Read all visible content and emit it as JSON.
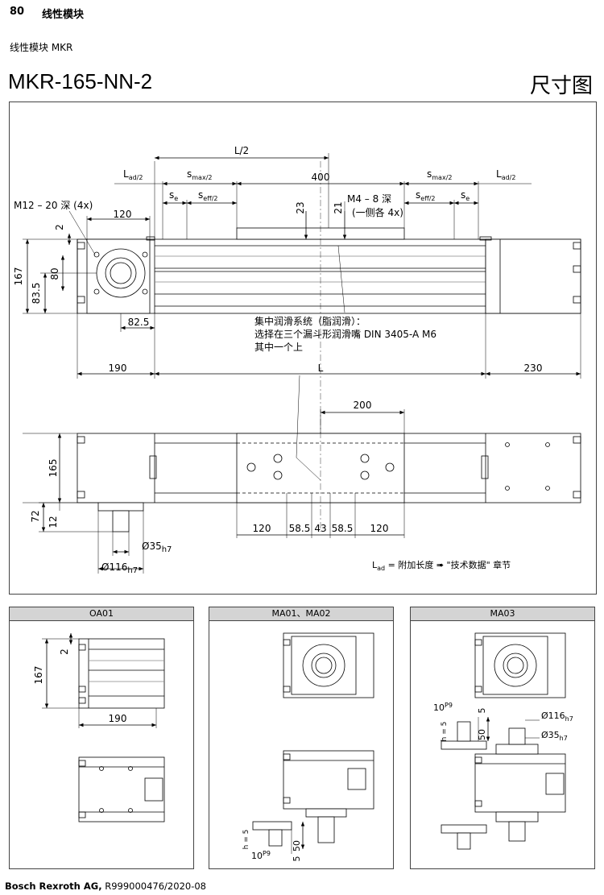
{
  "header": {
    "page_number": "80",
    "section": "线性模块"
  },
  "subtitle": "线性模块 MKR",
  "title": {
    "model": "MKR-165-NN-2",
    "dimension_drawing": "尺寸图"
  },
  "main": {
    "l_half": "L/2",
    "stroke_400": "400",
    "l_ad_left": "L",
    "l_ad_sub": "ad/2",
    "s_max": "s",
    "s_max_sub": "max/2",
    "s_e": "s",
    "s_e_sub": "e",
    "s_eff": "s",
    "s_eff_sub": "eff/2",
    "m12": "M12 – 20 深 (4x)",
    "m4_line1": "M4 – 8 深",
    "m4_line2": "(一侧各 4x)",
    "d120_top": "120",
    "d2": "2",
    "d23": "23",
    "d21": "21",
    "d167": "167",
    "d80": "80",
    "d83_5": "83.5",
    "d82_5": "82.5",
    "lube_line1": "集中润滑系统（脂润滑）：",
    "lube_line2": "选择在三个漏斗形润滑嘴 DIN 3405-A M6",
    "lube_line3": "其中一个上",
    "d190": "190",
    "dL": "L",
    "d230": "230",
    "d200": "200",
    "d165": "165",
    "d72": "72",
    "d12": "12",
    "bottom_dims": [
      "120",
      "58.5",
      "43",
      "58.5",
      "120"
    ],
    "d35": "Ø35",
    "d35_sub": "h7",
    "d116": "Ø116",
    "d116_sub": "h7",
    "lad_note": "L",
    "lad_note_sub": "ad",
    "lad_note_text": " = 附加长度 ➠ \"技术数据\" 章节"
  },
  "panels": {
    "oa01": {
      "title": "OA01",
      "d2": "2",
      "d167": "167",
      "d190": "190"
    },
    "ma01": {
      "title": "MA01、MA02",
      "d10": "10",
      "d10_sup": "P9",
      "h5": "h = 5",
      "d5": "5",
      "d50": "50"
    },
    "ma03": {
      "title": "MA03",
      "d10": "10",
      "d10_sup": "P9",
      "h5": "h = 5",
      "d5": "5",
      "d50": "50",
      "d116": "Ø116",
      "d116_sub": "h7",
      "d35": "Ø35",
      "d35_sub": "h7"
    }
  },
  "footer": {
    "company": "Bosch Rexroth AG,",
    "doc": " R999000476/2020-08"
  }
}
